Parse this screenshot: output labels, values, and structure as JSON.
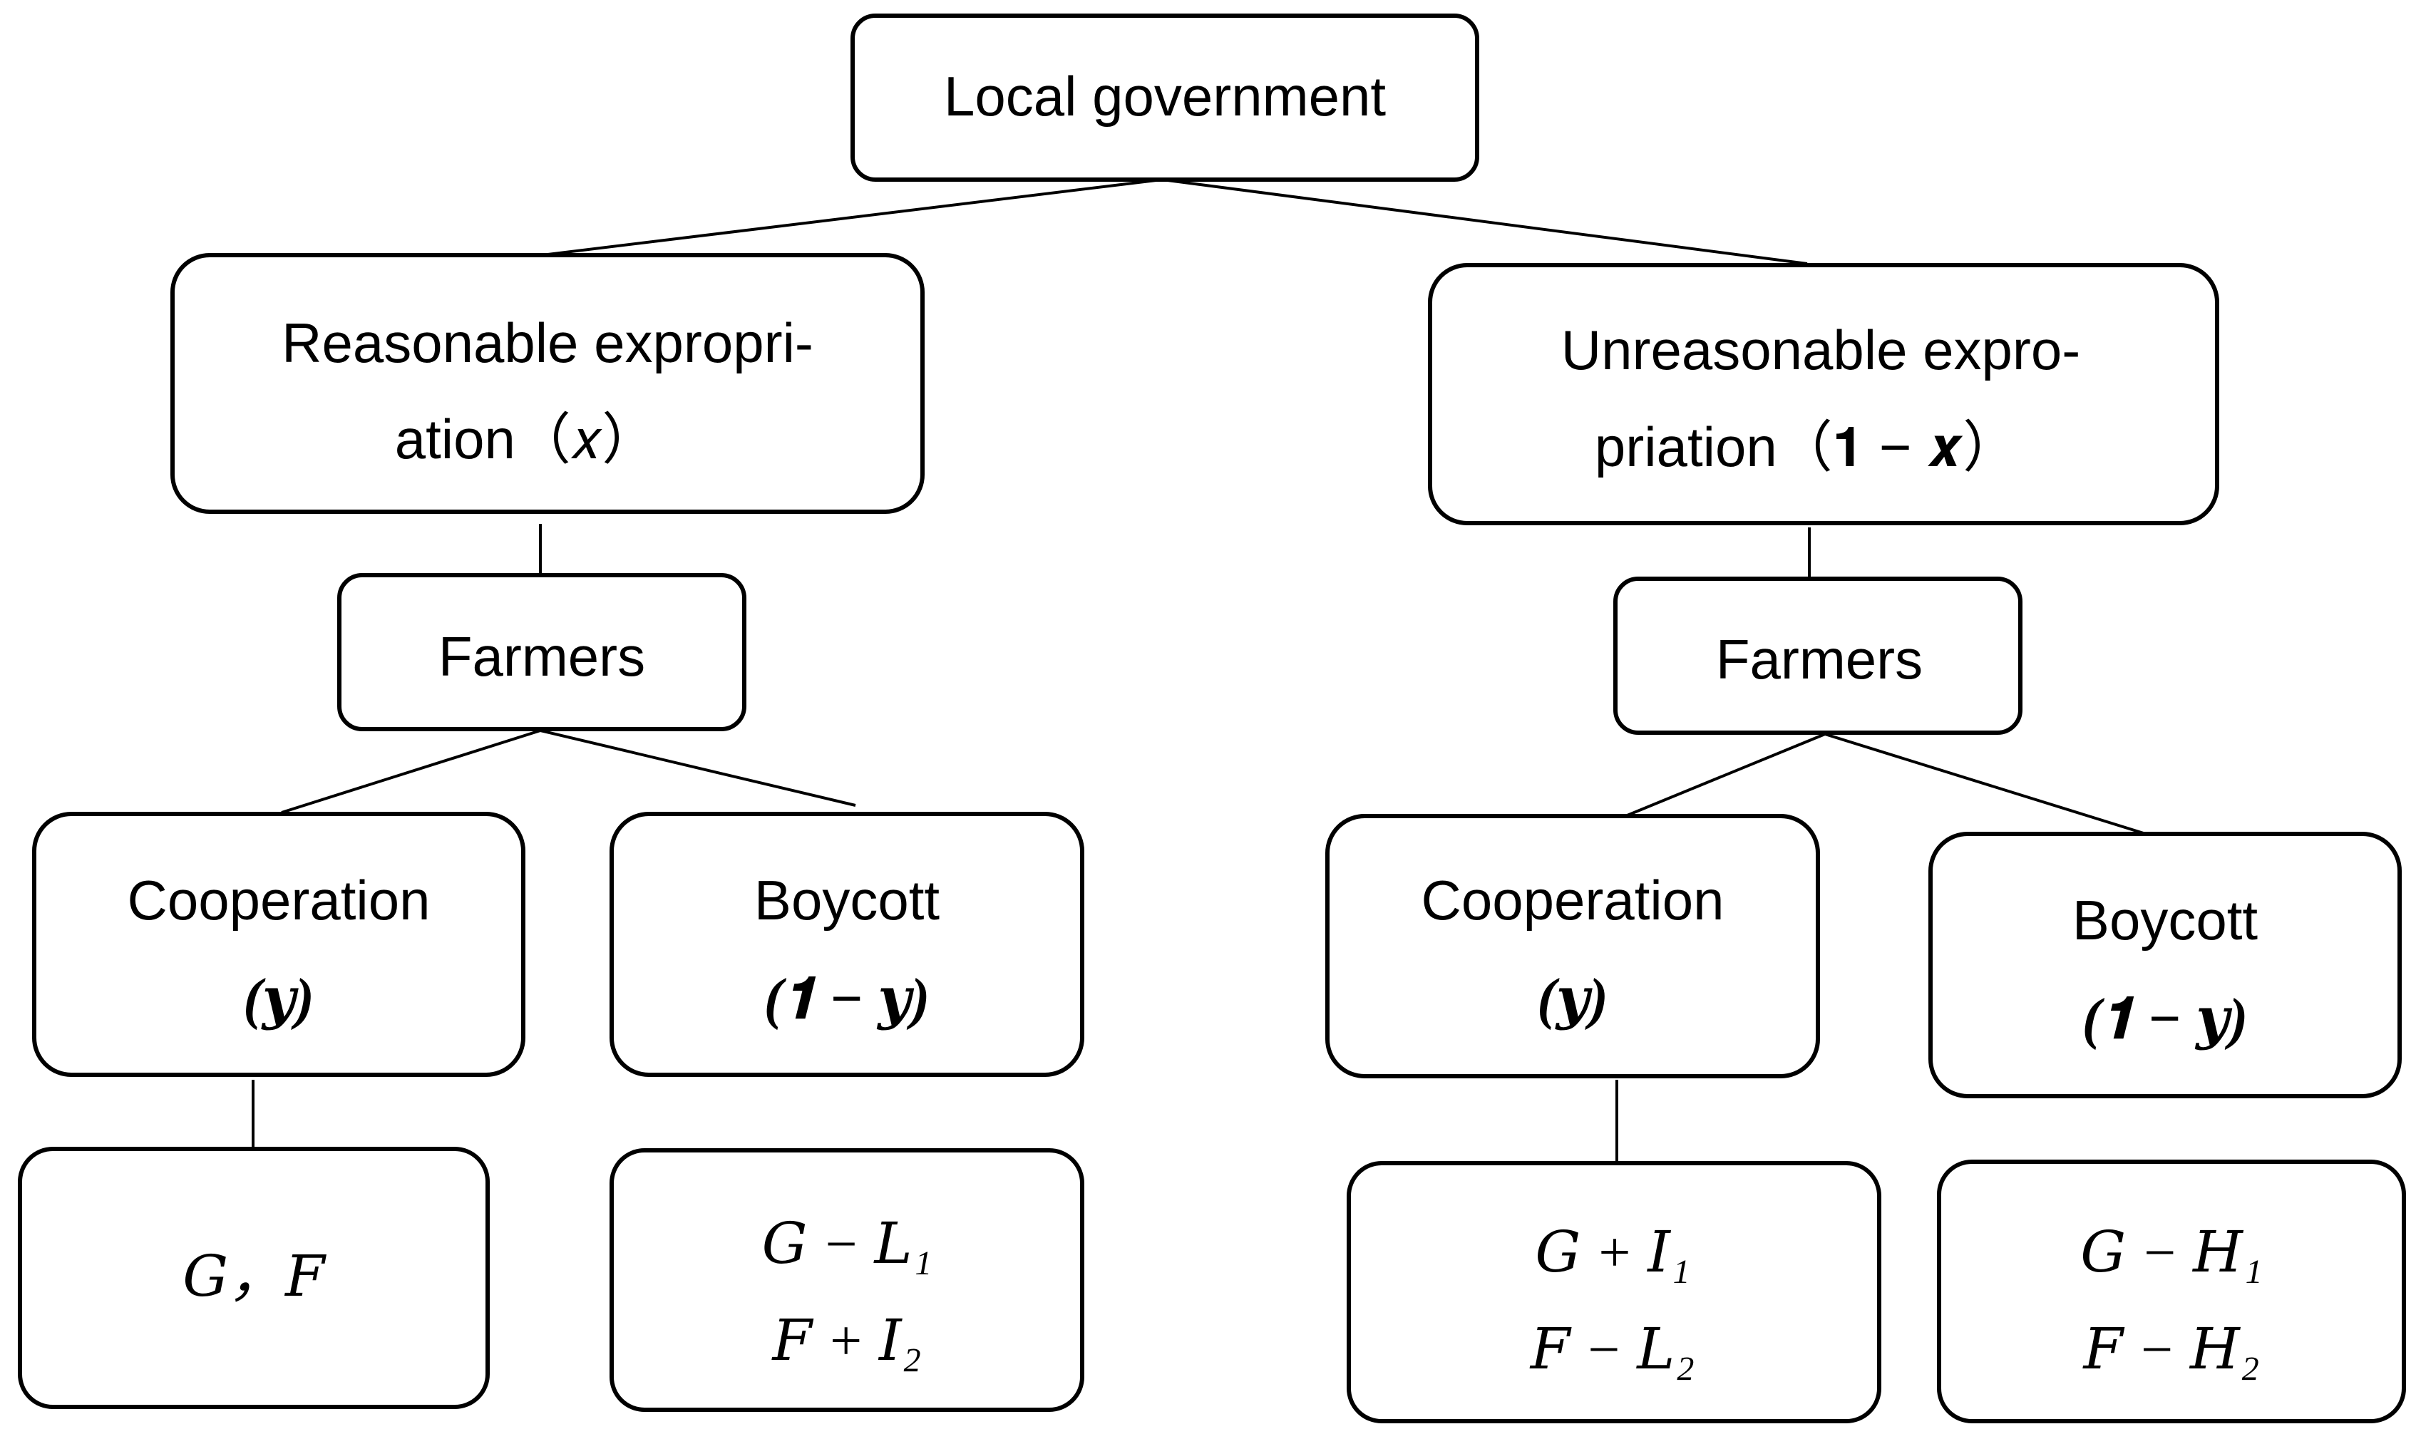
{
  "root": {
    "label": "Local government"
  },
  "left": {
    "strategy_line1": "Reasonable expropri-",
    "strategy_line2": "ation（𝑥）",
    "player": "Farmers",
    "coop": {
      "label": "Cooperation",
      "prob": "(𝒚)"
    },
    "boycott": {
      "label": "Boycott",
      "prob": "(𝟏 − 𝒚)"
    },
    "coop_payoff": {
      "line1": "𝐺，𝐹"
    },
    "boycott_payoff": {
      "line1": "𝐺 − 𝐿₁",
      "line2": "𝐹 + 𝐼₂"
    }
  },
  "right": {
    "strategy_line1": "Unreasonable expro-",
    "strategy_line2": "priation（𝟏 − 𝒙）",
    "player": "Farmers",
    "coop": {
      "label": "Cooperation",
      "prob": "(𝒚)"
    },
    "boycott": {
      "label": "Boycott",
      "prob": "(𝟏 − 𝒚)"
    },
    "coop_payoff": {
      "line1": "𝐺 + 𝐼₁",
      "line2": "𝐹 − 𝐿₂"
    },
    "boycott_payoff": {
      "line1": "𝐺 − 𝐻₁",
      "line2": "𝐹 − 𝐻₂"
    }
  }
}
